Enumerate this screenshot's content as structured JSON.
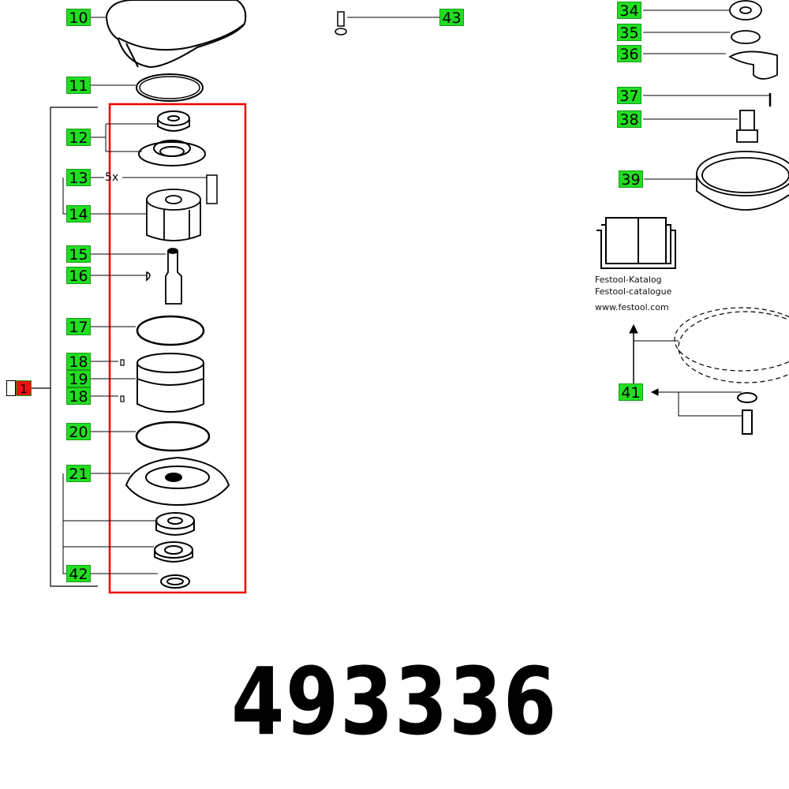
{
  "part_labels": {
    "p10": "10",
    "p43": "43",
    "p34": "34",
    "p35": "35",
    "p36": "36",
    "p37": "37",
    "p38": "38",
    "p39": "39",
    "p11": "11",
    "p12": "12",
    "p13": "13",
    "p14": "14",
    "p15": "15",
    "p16": "16",
    "p17": "17",
    "p18a": "18",
    "p19": "19",
    "p18b": "18",
    "p20": "20",
    "p21": "21",
    "p42": "42",
    "p41": "41",
    "p1": "1"
  },
  "quantity_note": "5x",
  "catalog": {
    "line1": "Festool-Katalog",
    "line2": "Festool-catalogue",
    "url": "www.festool.com"
  },
  "part_number": "493336",
  "colors": {
    "label": "#22dd22",
    "highlight": "#ee1111"
  }
}
